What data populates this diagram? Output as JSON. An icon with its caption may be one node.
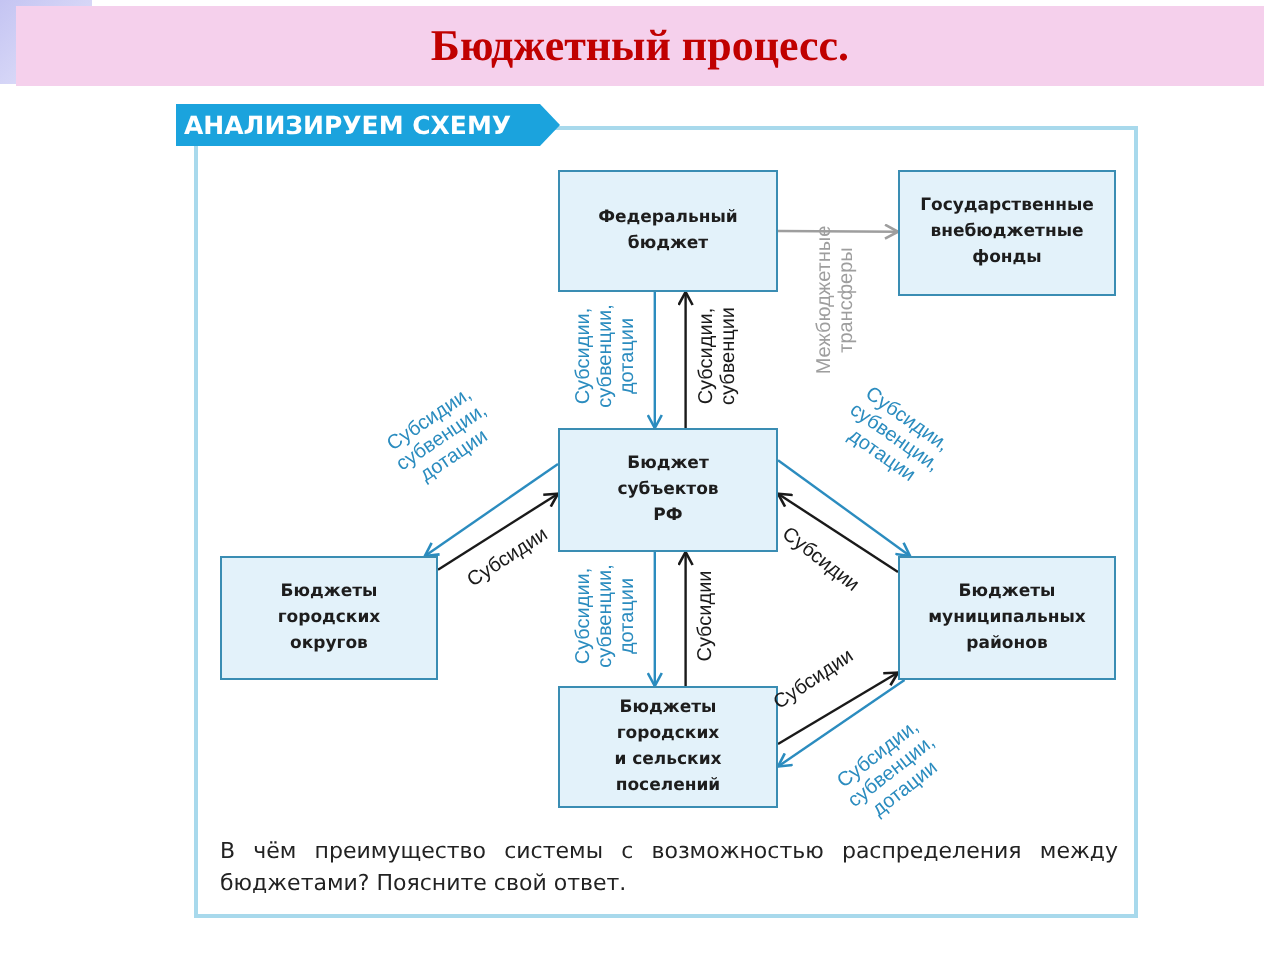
{
  "diagram": {
    "title": "Бюджетный процесс.",
    "nodes": [
      {
        "text": [
          "АНАЛИЗИРУЕМ СХЕМУ",
          "В чём преимущество системы с возможностью распределения между бюджетами? Поясните свой ответ."
        ]
      },
      {
        "text": [
          "Федеральный бюджет"
        ],
        "in": 0
      },
      {
        "text": [
          "Государственные внебюджетные фонды"
        ],
        "in": 0
      },
      {
        "text": [
          "Бюджет субъектов РФ"
        ],
        "in": 0
      },
      {
        "text": [
          "Бюджеты городских округов"
        ],
        "in": 0
      },
      {
        "text": [
          "Бюджеты муниципальных районов"
        ],
        "in": 0
      },
      {
        "text": [
          "Бюджеты городских и сельских поселений"
        ],
        "in": 0
      }
    ],
    "edges": [
      {
        "from": 1,
        "to": 2,
        "arrow": "to",
        "label": "Межбюджетные трансферы",
        "color": "#9e9e9e"
      },
      {
        "from": 1,
        "to": 3,
        "arrow": "to",
        "label": "Субсидии, субвенции, дотации",
        "color": "#2b8cbf"
      },
      {
        "from": 3,
        "to": 1,
        "arrow": "to",
        "label": "Субсидии, субвенции",
        "color": "#1a1a1a"
      },
      {
        "from": 3,
        "to": 4,
        "arrow": "to",
        "label": "Субсидии, субвенции, дотации",
        "color": "#2b8cbf"
      },
      {
        "from": 4,
        "to": 3,
        "arrow": "to",
        "label": "Субсидии",
        "color": "#1a1a1a"
      },
      {
        "from": 3,
        "to": 5,
        "arrow": "to",
        "label": "Субсидии, субвенции, дотации",
        "color": "#2b8cbf"
      },
      {
        "from": 5,
        "to": 3,
        "arrow": "to",
        "label": "Субсидии",
        "color": "#1a1a1a"
      },
      {
        "from": 3,
        "to": 6,
        "arrow": "to",
        "label": "Субсидии, субвенции, дотации",
        "color": "#2b8cbf"
      },
      {
        "from": 6,
        "to": 3,
        "arrow": "to",
        "label": "Субсидии",
        "color": "#1a1a1a"
      },
      {
        "from": 6,
        "to": 5,
        "arrow": "to",
        "label": "Субсидии",
        "color": "#1a1a1a"
      },
      {
        "from": 5,
        "to": 6,
        "arrow": "to",
        "label": "Субсидии, субвенции, дотации",
        "color": "#2b8cbf"
      }
    ]
  }
}
